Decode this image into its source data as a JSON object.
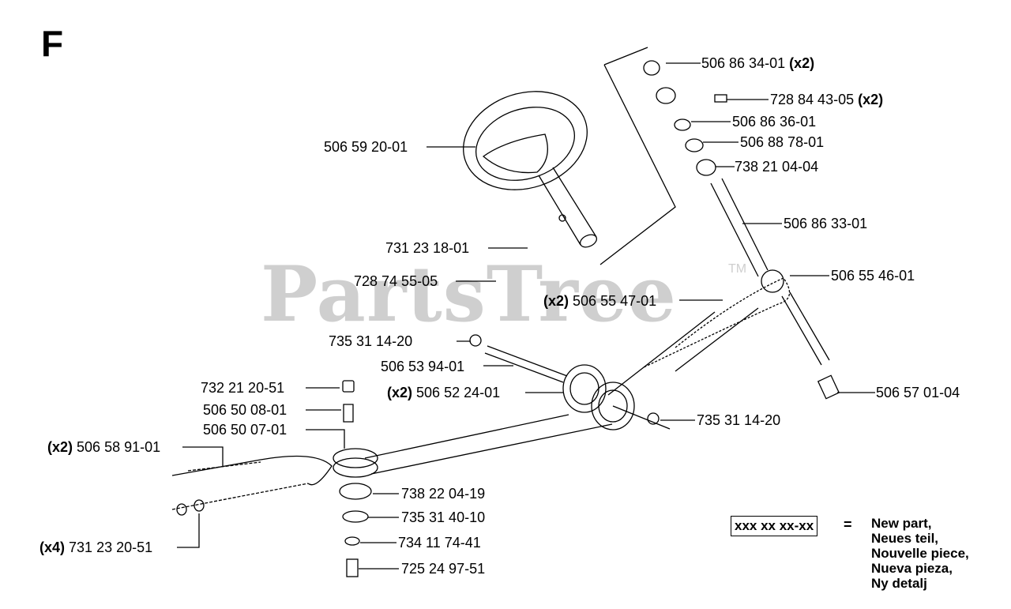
{
  "section": "F",
  "watermark": "PartsTree",
  "trademark": "TM",
  "callouts": [
    {
      "qty": "",
      "part": "506 86 34-01",
      "suffix": "(x2)"
    },
    {
      "qty": "",
      "part": "728 84 43-05",
      "suffix": "(x2)"
    },
    {
      "qty": "",
      "part": "506 86 36-01",
      "suffix": ""
    },
    {
      "qty": "",
      "part": "506 88 78-01",
      "suffix": ""
    },
    {
      "qty": "",
      "part": "738 21 04-04",
      "suffix": ""
    },
    {
      "qty": "",
      "part": "506 59 20-01",
      "suffix": ""
    },
    {
      "qty": "",
      "part": "506 86 33-01",
      "suffix": ""
    },
    {
      "qty": "",
      "part": "731 23 18-01",
      "suffix": ""
    },
    {
      "qty": "",
      "part": "728 74 55-05",
      "suffix": ""
    },
    {
      "qty": "",
      "part": "506 55 46-01",
      "suffix": ""
    },
    {
      "qty": "(x2)",
      "part": "506 55 47-01",
      "suffix": ""
    },
    {
      "qty": "",
      "part": "735 31 14-20",
      "suffix": ""
    },
    {
      "qty": "",
      "part": "506 53 94-01",
      "suffix": ""
    },
    {
      "qty": "",
      "part": "732 21 20-51",
      "suffix": ""
    },
    {
      "qty": "(x2)",
      "part": "506 52 24-01",
      "suffix": ""
    },
    {
      "qty": "",
      "part": "506 57 01-04",
      "suffix": ""
    },
    {
      "qty": "",
      "part": "506 50 08-01",
      "suffix": ""
    },
    {
      "qty": "",
      "part": "735 31 14-20",
      "suffix": ""
    },
    {
      "qty": "",
      "part": "506 50 07-01",
      "suffix": ""
    },
    {
      "qty": "(x2)",
      "part": "506 58 91-01",
      "suffix": ""
    },
    {
      "qty": "",
      "part": "738 22 04-19",
      "suffix": ""
    },
    {
      "qty": "",
      "part": "735 31 40-10",
      "suffix": ""
    },
    {
      "qty": "",
      "part": "734 11 74-41",
      "suffix": ""
    },
    {
      "qty": "(x4)",
      "part": "731 23 20-51",
      "suffix": ""
    },
    {
      "qty": "",
      "part": "725 24 97-51",
      "suffix": ""
    }
  ],
  "legend": {
    "box": "xxx xx xx-xx",
    "equals": "=",
    "lines": [
      "New part,",
      "Neues teil,",
      "Nouvelle piece,",
      "Nueva pieza,",
      "Ny detalj"
    ]
  }
}
